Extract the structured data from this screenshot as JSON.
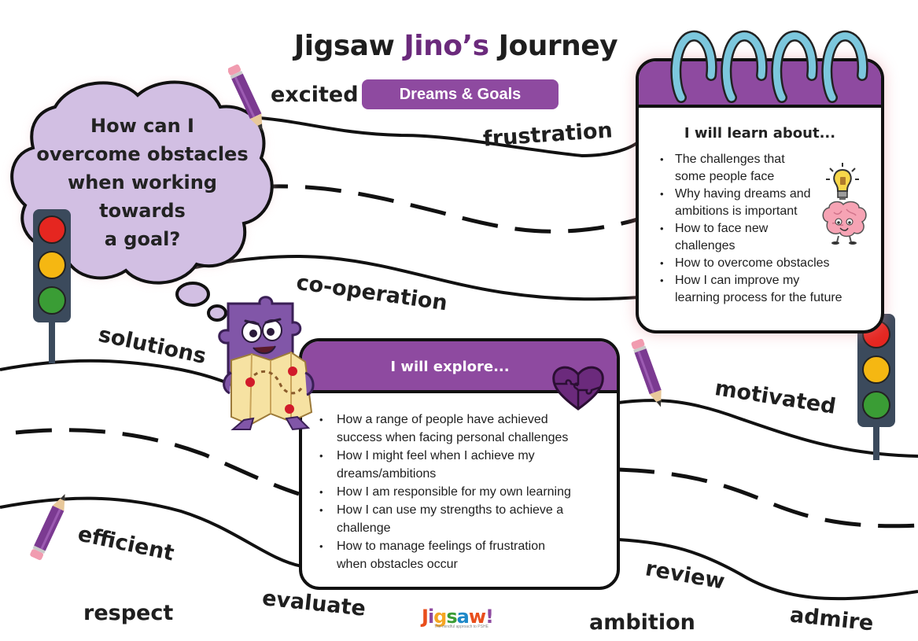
{
  "title": {
    "lead": "Jigsaw",
    "accent": "Jino’s",
    "tail": "Journey"
  },
  "subtitle_pill": "Dreams & Goals",
  "thought_cloud": {
    "lines": [
      "How can I",
      "overcome obstacles",
      "when working",
      "towards",
      "a goal?"
    ]
  },
  "road_words": {
    "excited": "excited",
    "frustration": "frustration",
    "co_operation": "co-operation",
    "solutions": "solutions",
    "motivated": "motivated",
    "efficient": "efficient",
    "respect": "respect",
    "evaluate": "evaluate",
    "review": "review",
    "ambition": "ambition",
    "admire": "admire"
  },
  "learn_card": {
    "heading": "I will learn about...",
    "items": [
      {
        "lines": [
          "The challenges that",
          "some people face"
        ]
      },
      {
        "lines": [
          "Why having dreams and",
          "ambitions is important"
        ]
      },
      {
        "lines": [
          "How to face new",
          "challenges"
        ]
      },
      {
        "lines": [
          "How to overcome obstacles"
        ]
      },
      {
        "lines": [
          "How I can improve my",
          "learning process for the future"
        ]
      }
    ]
  },
  "explore_card": {
    "heading": "I will explore...",
    "items": [
      {
        "lines": [
          "How a range of people have achieved",
          "success when facing personal challenges"
        ]
      },
      {
        "lines": [
          "How I might feel when I achieve my",
          "dreams/ambitions"
        ]
      },
      {
        "lines": [
          "How I am responsible for my own learning"
        ]
      },
      {
        "lines": [
          "How I can use my strengths to achieve a",
          "challenge"
        ]
      },
      {
        "lines": [
          "How to manage feelings of frustration",
          "when obstacles occur"
        ]
      }
    ]
  },
  "logo": {
    "text": "Jigsaw",
    "tagline": "The mindful approach to PSHE"
  },
  "colors": {
    "purple": "#8e4aa0",
    "dark_purple": "#6b2a7c",
    "cloud": "#d2bfe3",
    "traffic_red": "#e52620",
    "traffic_amber": "#f5b712",
    "traffic_green": "#3a9d35",
    "ring_blue": "#7cc7dd"
  },
  "icons": [
    "pencil-icon",
    "traffic-light-icon",
    "thought-cloud-icon",
    "jigsaw-character-icon",
    "lightbulb-icon",
    "brain-icon",
    "puzzle-heart-icon",
    "calendar-ring-icon"
  ]
}
